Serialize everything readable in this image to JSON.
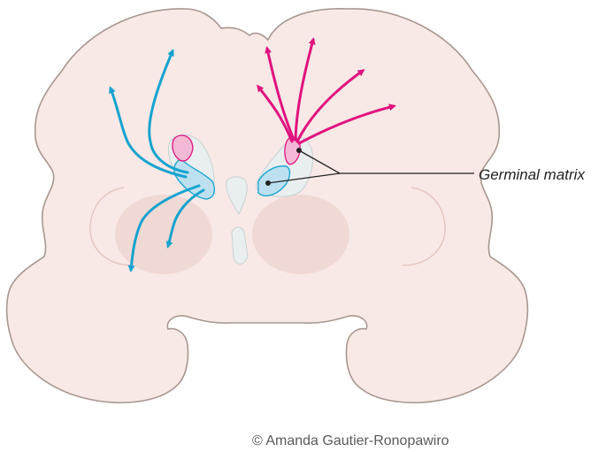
{
  "labels": {
    "germinal_matrix": "Germinal matrix",
    "copyright": "© Amanda Gautier-Ronopawiro"
  },
  "colors": {
    "brain_fill": "#f8e9e6",
    "brain_outline": "#a99790",
    "inner_outline": "#e3c7c0",
    "ventricle_fill": "#e9eeee",
    "ventricle_outline": "#c7d2d2",
    "deep_structure": "#eed3cd",
    "matrix_blue": "#bde0f0",
    "matrix_pink": "#f3b9d4",
    "migration_blue": "#16a3cf",
    "migration_magenta": "#e0137f",
    "pointer_line": "#222222"
  },
  "icons": {
    "blue_arrows": "tangential-migration-arrows",
    "magenta_arrows": "radial-migration-arrows"
  }
}
